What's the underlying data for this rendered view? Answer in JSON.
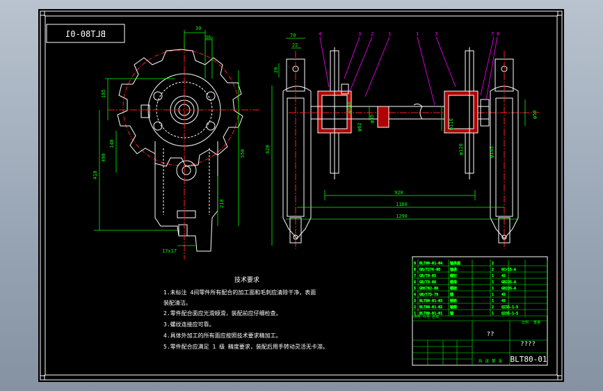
{
  "drawing": {
    "number": "BLT80-01",
    "number_mirrored": "BLT80-01",
    "colors": {
      "background": "#000000",
      "frame": "#ffffff",
      "dimension": "#00ff00",
      "centerline": "#ff2020",
      "outline": "#ffffff",
      "leader": "#ff00ff",
      "section_fill": "#b00000",
      "note_text": "#ffffff"
    }
  },
  "dimensions": {
    "top_30": "30",
    "top_36": "36",
    "left_185": "185",
    "left_140": "140",
    "left_410": "410",
    "mid_490": "490",
    "right_550": "550",
    "right_210": "210",
    "bottom_17x17": "17x17",
    "side_70": "70",
    "side_22": "22",
    "side_20": "20",
    "side_620": "620",
    "phi_35": "φ35",
    "phi_180a": "φ180",
    "phi_62": "φ62",
    "phi_110": "φ110",
    "phi_120": "φ120",
    "phi_145": "φ145",
    "phi_50": "φ50",
    "len_920": "920",
    "len_1160": "1160",
    "len_1290": "1290"
  },
  "balloons": [
    "4",
    "3",
    "2",
    "1",
    "1",
    "3",
    "7",
    "8"
  ],
  "tech_notes": {
    "title": "技术要求",
    "lines": [
      "1.未标注 4间零件所有配合的加工面和毛刺应清除干净，表面",
      "装配清洁。",
      "2.零件配合面应光滑顺滑，装配前应仔细检查。",
      "3.螺纹连接应可靠。",
      "4.具体外加工的所有面应按照技术要求精加工。",
      "5.零件配合应满足 1 级 精度要求，装配后用手转动灵活无卡滞。"
    ]
  },
  "parts_list": {
    "rows": [
      {
        "no": "9",
        "code": "BLT80-01-04",
        "name": "轴承座",
        "qty": "2",
        "material": ""
      },
      {
        "no": "8",
        "code": "GB/T276-86",
        "name": "轴承",
        "qty": "2",
        "material": "GCr15-A"
      },
      {
        "no": "7",
        "code": "GB/T9-85",
        "name": "螺钉",
        "qty": "1",
        "material": "45"
      },
      {
        "no": "6",
        "code": "GB/T9-86",
        "name": "螺母",
        "qty": "1",
        "material": "GB235-A"
      },
      {
        "no": "5",
        "code": "GB5782-86",
        "name": "螺栓",
        "qty": "1",
        "material": "GB235-A"
      },
      {
        "no": "4",
        "code": "GB/T75-79",
        "name": "键",
        "qty": "1",
        "material": "45"
      },
      {
        "no": "3",
        "code": "BLT80-01-03",
        "name": "链轮",
        "qty": "1",
        "material": "45"
      },
      {
        "no": "2",
        "code": "BLT80-01-02",
        "name": "轴套",
        "qty": "2",
        "material": "Q235-1-5"
      },
      {
        "no": "1",
        "code": "BLT80-01-01",
        "name": "轴",
        "qty": "1",
        "material": "Q235-1-5"
      }
    ],
    "header_label": "序号 代号 名称",
    "unit_label": "比例",
    "unit_value": "重量",
    "title_block_q": "??",
    "title_block_q4": "????",
    "title_block_number": "BLT80-01",
    "sign_label": "共 张 第 张"
  }
}
